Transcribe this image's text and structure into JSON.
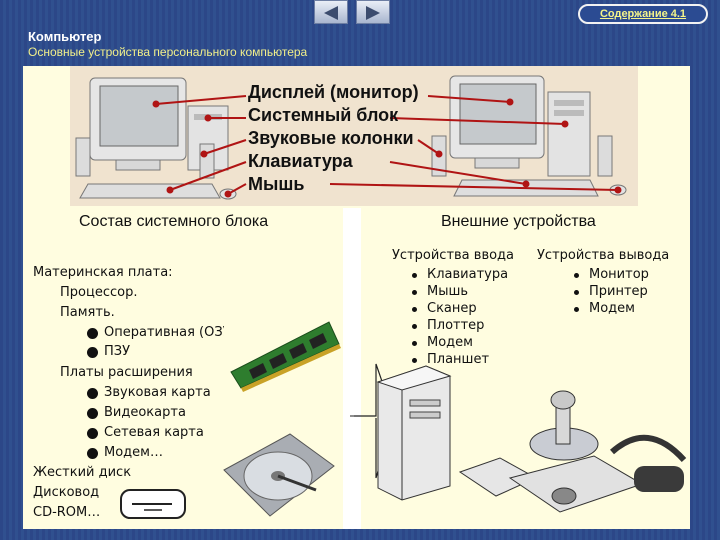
{
  "header": {
    "title": "Компьютер",
    "subtitle": "Основные устройства персонального компьютера",
    "contents_link": "Содержание 4.1"
  },
  "components_labels": [
    "Дисплей (монитор)",
    "Системный блок",
    "Звуковые колонки",
    "Клавиатура",
    "Мышь"
  ],
  "system_unit": {
    "heading": "Состав системного блока",
    "motherboard": "Материнская плата:",
    "processor": "Процессор.",
    "memory": "Память.",
    "ram": "Оперативная (ОЗУ",
    "rom": "ПЗУ",
    "expansion": "Платы расширения",
    "sound": "Звуковая карта",
    "video": "Видеокарта",
    "network": "Сетевая карта",
    "modem": "Модем…",
    "hdd": "Жесткий диск",
    "floppy": "Дисковод",
    "cdrom": "CD-ROM…"
  },
  "external": {
    "heading": "Внешние устройства",
    "input_heading": "Устройства ввода",
    "input_items": [
      "Клавиатура",
      "Мышь",
      "Сканер",
      "Плоттер",
      "Модем",
      "Планшет"
    ],
    "output_heading": "Устройства вывода",
    "output_items": [
      "Монитор",
      "Принтер",
      "Модем"
    ]
  },
  "colors": {
    "background": "#2c4788",
    "panel": "#fffde0",
    "subtitle": "#f1ef8a",
    "link_text": "#f4f48a"
  }
}
